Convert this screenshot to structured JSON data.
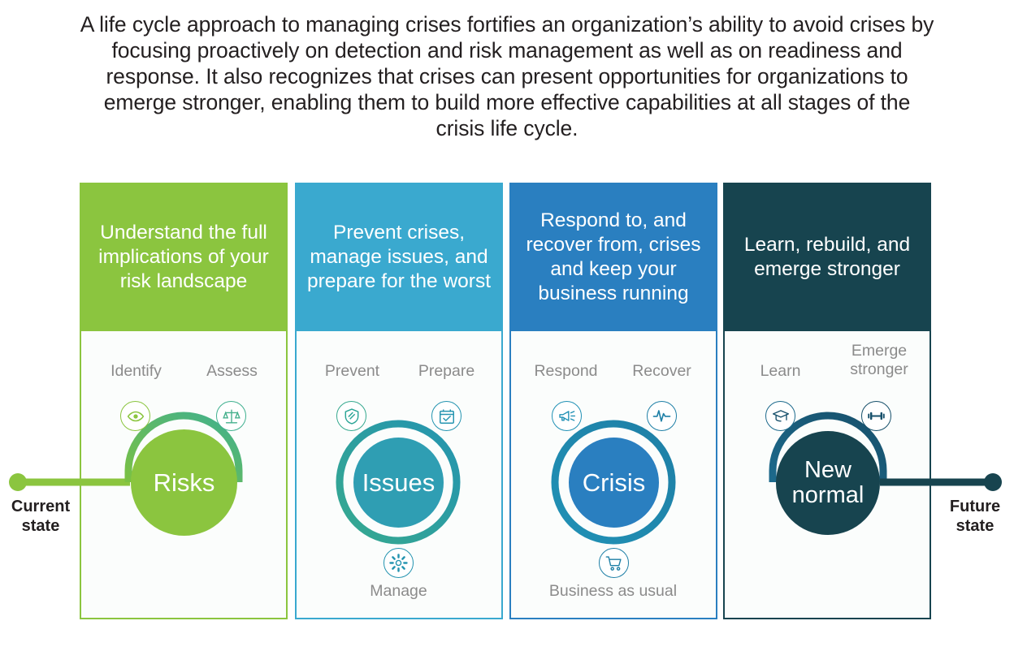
{
  "intro": {
    "paragraph": "A life cycle approach to managing crises fortifies an organization’s ability to avoid crises by focusing proactively on detection and risk management as well as on readiness and response. It also recognizes that crises can present opportunities for organizations to emerge stronger, enabling them to build more effective capabilities at all stages of the crisis life cycle."
  },
  "endpoints": {
    "left_label": "Current\nstate",
    "left_label_line1": "Current",
    "left_label_line2": "state",
    "right_label_line1": "Future",
    "right_label_line2": "state",
    "left_color": "#8bc53f",
    "right_color": "#17444f"
  },
  "stages": [
    {
      "id": "risks",
      "header": "Understand the full implications of your risk landscape",
      "header_color": "#8bc53f",
      "core_label": "Risks",
      "core_color": "#8bc53f",
      "ring_color": "#8bc53f",
      "ring_style": "semicircle-top",
      "border_color": "#8bc53f",
      "nodes": [
        {
          "label": "Identify",
          "icon": "eye-icon",
          "position": "upper-left"
        },
        {
          "label": "Assess",
          "icon": "scales-icon",
          "position": "upper-right"
        }
      ]
    },
    {
      "id": "issues",
      "header": "Prevent crises, manage issues, and prepare for the worst",
      "header_color": "#3aa9cf",
      "core_label": "Issues",
      "core_color": "#2f9eb3",
      "ring_color": "#2b9cb3",
      "ring_style": "full-ring",
      "border_color": "#3aa9cf",
      "nodes": [
        {
          "label": "Prevent",
          "icon": "shield-icon",
          "position": "upper-left"
        },
        {
          "label": "Prepare",
          "icon": "calendar-check-icon",
          "position": "upper-right"
        },
        {
          "label": "Manage",
          "icon": "gear-icon",
          "position": "bottom"
        }
      ]
    },
    {
      "id": "crisis",
      "header": "Respond to, and recover from, crises and keep your business running",
      "header_color": "#2a7fc0",
      "core_label": "Crisis",
      "core_color": "#2a7fc0",
      "ring_color": "#1f7fa3",
      "ring_style": "full-ring",
      "border_color": "#2a7fc0",
      "nodes": [
        {
          "label": "Respond",
          "icon": "megaphone-icon",
          "position": "upper-left"
        },
        {
          "label": "Recover",
          "icon": "pulse-icon",
          "position": "upper-right"
        },
        {
          "label": "Business as usual",
          "icon": "shopping-cart-icon",
          "position": "bottom"
        }
      ]
    },
    {
      "id": "new-normal",
      "header": "Learn, rebuild, and emerge stronger",
      "header_color": "#17444f",
      "core_label": "New normal",
      "core_label_line1": "New",
      "core_label_line2": "normal",
      "core_color": "#17444f",
      "ring_color": "#1d6586",
      "ring_style": "semicircle-top",
      "border_color": "#17444f",
      "nodes": [
        {
          "label": "Learn",
          "icon": "graduation-cap-icon",
          "position": "upper-left"
        },
        {
          "label": "Emerge stronger",
          "icon": "dumbbell-icon",
          "position": "upper-right"
        }
      ]
    }
  ]
}
